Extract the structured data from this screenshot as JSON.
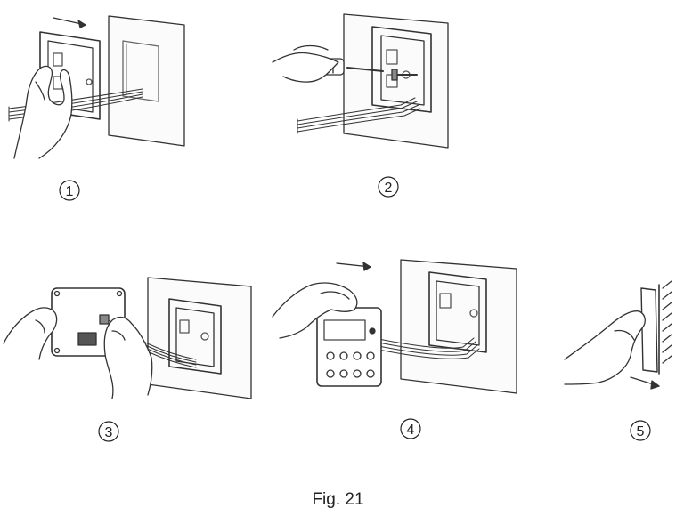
{
  "steps": [
    {
      "number": "1"
    },
    {
      "number": "2"
    },
    {
      "number": "3"
    },
    {
      "number": "4"
    },
    {
      "number": "5"
    }
  ],
  "caption": "Fig. 21"
}
